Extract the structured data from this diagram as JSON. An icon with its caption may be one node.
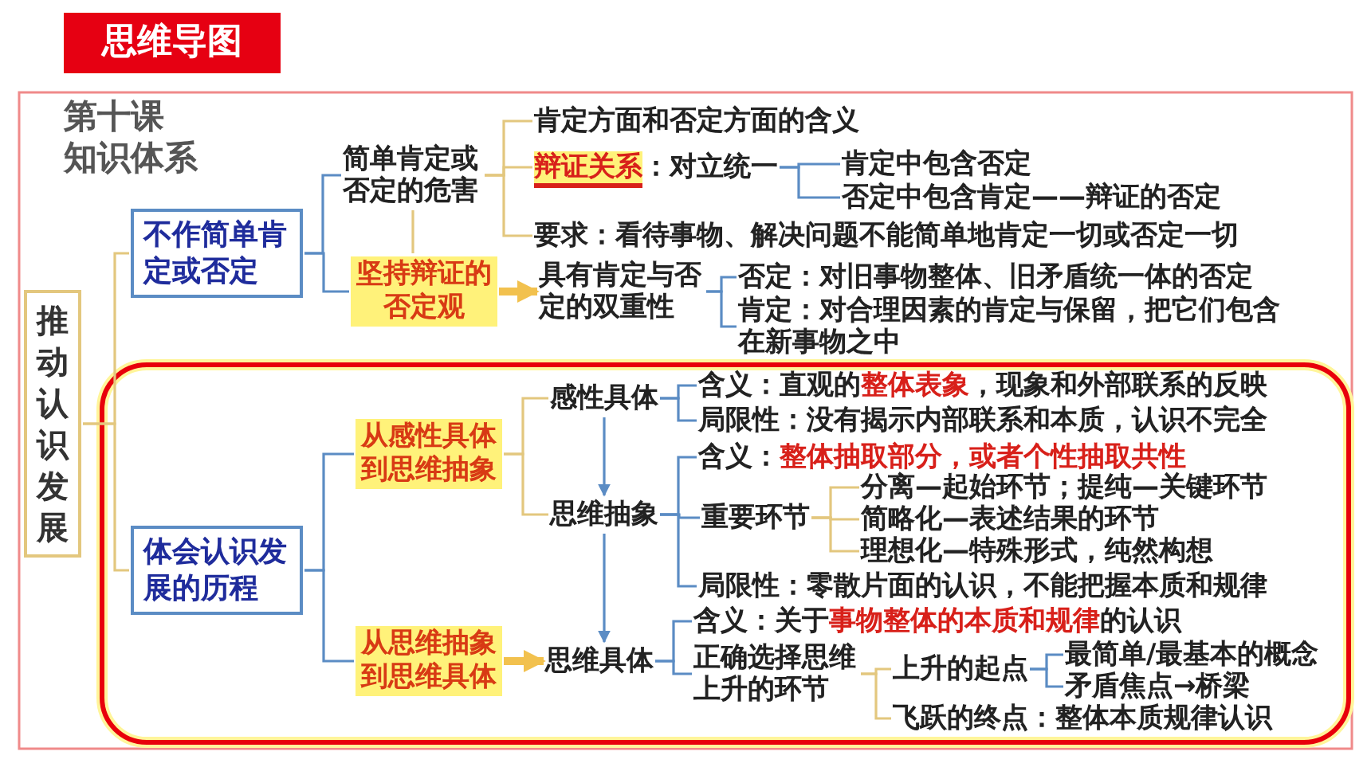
{
  "diagram": {
    "title": "思维导图",
    "nodes": [
      {
        "text": [
          "推动认识发展"
        ]
      },
      {
        "text": [
          "不作简单肯定或否定"
        ]
      },
      {
        "text": [
          "简单肯定或否定的危害"
        ]
      },
      {
        "text": [
          "肯定方面和否定方面的含义"
        ]
      },
      {
        "text": [
          "**辩证关系**：对立统一"
        ]
      },
      {
        "text": [
          "肯定中包含否定"
        ]
      },
      {
        "text": [
          "否定中包含肯定——辩证的否定"
        ]
      },
      {
        "text": [
          "要求：看待事物、解决问题不能简单地肯定一切或否定一切"
        ]
      },
      {
        "text": [
          "坚持辩证的否定观"
        ]
      },
      {
        "text": [
          "具有肯定与否定的双重性"
        ]
      },
      {
        "text": [
          "否定：对旧事物整体、旧矛盾统一体的否定"
        ]
      },
      {
        "text": [
          "肯定：对合理因素的肯定与保留，把它们包含在新事物之中"
        ]
      },
      {
        "text": [
          "体会认识发展的历程"
        ]
      },
      {
        "text": [
          "从感性具体到思维抽象"
        ]
      },
      {
        "text": [
          "从思维抽象到思维具体"
        ]
      },
      {
        "text": [
          "感性具体"
        ]
      },
      {
        "text": [
          "思维抽象"
        ]
      },
      {
        "text": [
          "思维具体"
        ]
      },
      {
        "text": [
          "含义：直观的**整体表象**，现象和外部联系的反映"
        ]
      },
      {
        "text": [
          "局限性：没有揭示内部联系和本质，认识不完全"
        ]
      },
      {
        "text": [
          "含义：**整体抽取部分，或者个性抽取共性**"
        ]
      },
      {
        "text": [
          "重要环节"
        ]
      },
      {
        "text": [
          "分离—起始环节；提纯—关键环节"
        ]
      },
      {
        "text": [
          "简略化—表述结果的环节"
        ]
      },
      {
        "text": [
          "理想化—特殊形式，纯然构想"
        ]
      },
      {
        "text": [
          "局限性：零散片面的认识，不能把握本质和规律"
        ]
      },
      {
        "text": [
          "含义：关于**事物整体的本质和规律**的认识"
        ]
      },
      {
        "text": [
          "正确选择思维上升的环节"
        ]
      },
      {
        "text": [
          "上升的起点"
        ]
      },
      {
        "text": [
          "最简单/最基本的概念"
        ]
      },
      {
        "text": [
          "矛盾焦点→桥梁"
        ]
      },
      {
        "text": [
          "飞跃的终点：整体本质规律认识"
        ]
      }
    ],
    "edges": [
      {
        "from": 0,
        "to": 1,
        "arrow": "none",
        "color": "#e3c77e"
      },
      {
        "from": 0,
        "to": 12,
        "arrow": "none",
        "color": "#e3c77e"
      },
      {
        "from": 1,
        "to": 2,
        "arrow": "none"
      },
      {
        "from": 1,
        "to": 8,
        "arrow": "none"
      },
      {
        "from": 2,
        "to": 3,
        "arrow": "none",
        "color": "#e3c77e"
      },
      {
        "from": 2,
        "to": 4,
        "arrow": "none",
        "color": "#e3c77e"
      },
      {
        "from": 2,
        "to": 7,
        "arrow": "none",
        "color": "#e3c77e"
      },
      {
        "from": 2,
        "to": 8,
        "arrow": "none",
        "color": "#e3c77e"
      },
      {
        "from": 4,
        "to": 5,
        "arrow": "none"
      },
      {
        "from": 4,
        "to": 6,
        "arrow": "none"
      },
      {
        "from": 8,
        "to": 9,
        "arrow": "to",
        "style": "thick",
        "color": "#f2c14e"
      },
      {
        "from": 9,
        "to": 10,
        "arrow": "none"
      },
      {
        "from": 9,
        "to": 11,
        "arrow": "none"
      },
      {
        "from": 12,
        "to": 13,
        "arrow": "none"
      },
      {
        "from": 12,
        "to": 14,
        "arrow": "none"
      },
      {
        "from": 13,
        "to": 15,
        "arrow": "none",
        "color": "#e3c77e"
      },
      {
        "from": 13,
        "to": 16,
        "arrow": "none",
        "color": "#e3c77e"
      },
      {
        "from": 14,
        "to": 17,
        "arrow": "to",
        "style": "thick",
        "color": "#f2c14e"
      },
      {
        "from": 15,
        "to": 16,
        "arrow": "to"
      },
      {
        "from": 16,
        "to": 17,
        "arrow": "to"
      },
      {
        "from": 15,
        "to": 18,
        "arrow": "none"
      },
      {
        "from": 15,
        "to": 19,
        "arrow": "none"
      },
      {
        "from": 16,
        "to": 20,
        "arrow": "none"
      },
      {
        "from": 16,
        "to": 21,
        "arrow": "none"
      },
      {
        "from": 16,
        "to": 25,
        "arrow": "none"
      },
      {
        "from": 21,
        "to": 22,
        "arrow": "none",
        "color": "#e3c77e"
      },
      {
        "from": 21,
        "to": 23,
        "arrow": "none",
        "color": "#e3c77e"
      },
      {
        "from": 21,
        "to": 24,
        "arrow": "none",
        "color": "#e3c77e"
      },
      {
        "from": 17,
        "to": 26,
        "arrow": "none"
      },
      {
        "from": 17,
        "to": 27,
        "arrow": "none"
      },
      {
        "from": 27,
        "to": 28,
        "arrow": "none",
        "color": "#e3c77e"
      },
      {
        "from": 27,
        "to": 31,
        "arrow": "none",
        "color": "#e3c77e"
      },
      {
        "from": 28,
        "to": 29,
        "arrow": "none"
      },
      {
        "from": 28,
        "to": 30,
        "arrow": "none"
      }
    ],
    "labels": [
      "第十课",
      "知识体系"
    ]
  }
}
